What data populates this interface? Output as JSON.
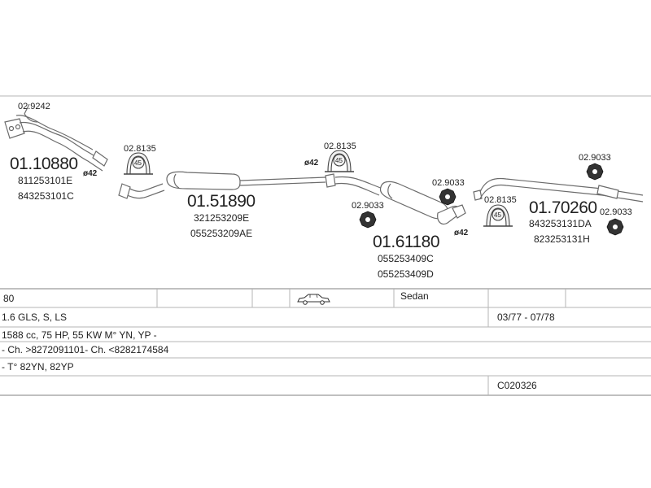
{
  "parts": {
    "hanger_1": "02.9242",
    "front_pipe": "01.10880",
    "front_pipe_oem_1": "811253101E",
    "front_pipe_oem_2": "843253101C",
    "front_pipe_dia": "ø42",
    "clamp_1": "02.8135",
    "mid_silencer": "01.51890",
    "mid_silencer_oem_1": "321253209E",
    "mid_silencer_oem_2": "055253209AE",
    "clamp_2": "02.8135",
    "mid_dia": "ø42",
    "rubber_1": "02.9033",
    "rubber_2": "02.9033",
    "rear_silencer": "01.61180",
    "rear_silencer_oem_1": "055253409C",
    "rear_silencer_oem_2": "055253409D",
    "rear_dia": "ø42",
    "clamp_3": "02.8135",
    "tail_pipe": "01.70260",
    "tail_pipe_oem_1": "843253131DA",
    "tail_pipe_oem_2": "823253131H",
    "rubber_3": "02.9033",
    "rubber_4": "02.9033",
    "clamp_badge": "45"
  },
  "table": {
    "model_code": "80",
    "body_type": "Sedan",
    "body_icon": "sedan-car-icon",
    "engine_variants": "1.6 GLS, S, LS",
    "production_period": "03/77 - 07/78",
    "engine_spec": "1588 cc, 75 HP, 55 KW M° YN, YP -",
    "chassis_range": "- Ch. >8272091101- Ch. <8282174584",
    "type_codes": "- T° 82YN, 82YP",
    "catalog_code": "C020326"
  }
}
